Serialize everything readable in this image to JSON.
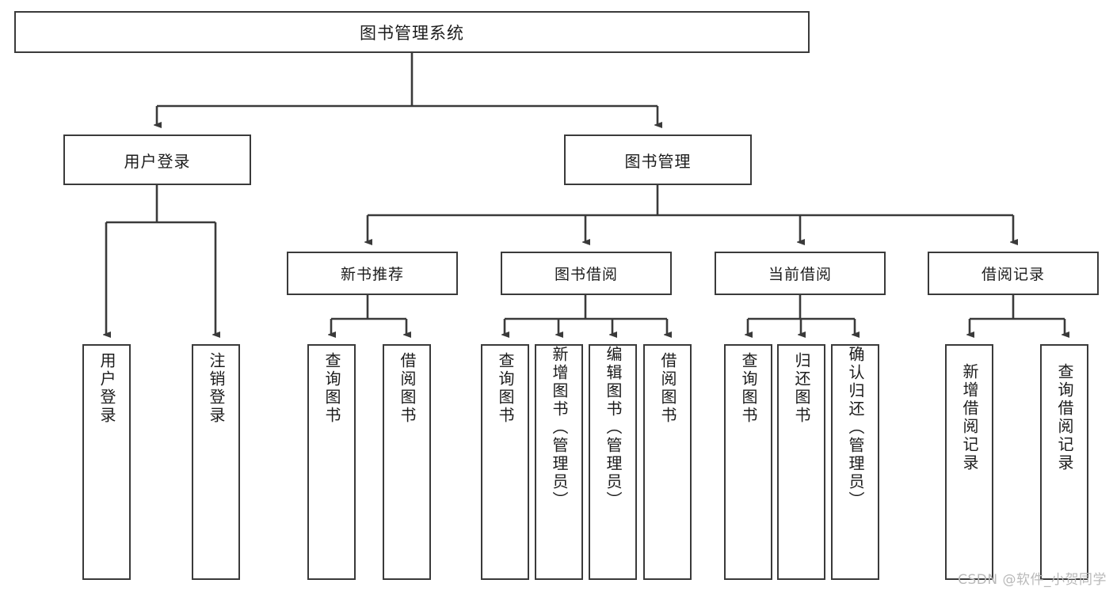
{
  "diagram": {
    "type": "hierarchy-tree",
    "title": "图书管理系统",
    "root": {
      "id": "root",
      "label": "图书管理系统"
    },
    "level1": [
      {
        "id": "user-login",
        "label": "用户登录"
      },
      {
        "id": "book-manage",
        "label": "图书管理"
      }
    ],
    "level2": [
      {
        "id": "new-book-recommend",
        "label": "新书推荐",
        "parent": "book-manage"
      },
      {
        "id": "book-borrow",
        "label": "图书借阅",
        "parent": "book-manage"
      },
      {
        "id": "current-borrow",
        "label": "当前借阅",
        "parent": "book-manage"
      },
      {
        "id": "borrow-record",
        "label": "借阅记录",
        "parent": "book-manage"
      }
    ],
    "leaves": [
      {
        "id": "leaf-user-login",
        "label": "用户登录",
        "parent": "user-login"
      },
      {
        "id": "leaf-logout",
        "label": "注销登录",
        "parent": "user-login"
      },
      {
        "id": "leaf-query-book-1",
        "label": "查询图书",
        "parent": "new-book-recommend"
      },
      {
        "id": "leaf-borrow-book-1",
        "label": "借阅图书",
        "parent": "new-book-recommend"
      },
      {
        "id": "leaf-query-book-2",
        "label": "查询图书",
        "parent": "book-borrow"
      },
      {
        "id": "leaf-add-book",
        "label": "新增图书（管理员）",
        "parent": "book-borrow"
      },
      {
        "id": "leaf-edit-book",
        "label": "编辑图书（管理员）",
        "parent": "book-borrow"
      },
      {
        "id": "leaf-borrow-book-2",
        "label": "借阅图书",
        "parent": "book-borrow"
      },
      {
        "id": "leaf-query-book-3",
        "label": "查询图书",
        "parent": "current-borrow"
      },
      {
        "id": "leaf-return-book",
        "label": "归还图书",
        "parent": "current-borrow"
      },
      {
        "id": "leaf-confirm-return",
        "label": "确认归还（管理员）",
        "parent": "current-borrow"
      },
      {
        "id": "leaf-add-record",
        "label": "新增借阅记录",
        "parent": "borrow-record"
      },
      {
        "id": "leaf-query-record",
        "label": "查询借阅记录",
        "parent": "borrow-record"
      }
    ],
    "colors": {
      "stroke": "#3a3a3a",
      "fill": "#ffffff",
      "text": "#1c1c1c",
      "watermark": "#b9b9b9"
    }
  },
  "watermark": {
    "text": "CSDN @软件_小贺同学"
  }
}
